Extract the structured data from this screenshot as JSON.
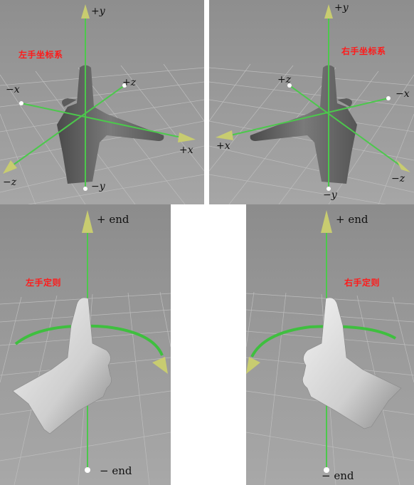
{
  "panels": {
    "left_coordinate_system": {
      "title": "左手坐标系",
      "labels": {
        "pos_y": "+y",
        "neg_y": "−y",
        "pos_x": "+x",
        "neg_x": "−x",
        "pos_z": "+z",
        "neg_z": "−z"
      }
    },
    "right_coordinate_system": {
      "title": "右手坐标系",
      "labels": {
        "pos_y": "+y",
        "neg_y": "−y",
        "pos_x": "+x",
        "neg_x": "−x",
        "pos_z": "+z",
        "neg_z": "−z"
      }
    },
    "left_hand_rule": {
      "title": "左手定则",
      "labels": {
        "pos_end": "+ end",
        "neg_end": "− end"
      }
    },
    "right_hand_rule": {
      "title": "右手定则",
      "labels": {
        "pos_end": "+ end",
        "neg_end": "− end"
      }
    }
  },
  "colors": {
    "background": "#9a9a9a",
    "grid": "#b9b9b9",
    "axis_green": "#4cc84c",
    "cone_yellow": "#c8cc70",
    "hand_gray": "#6a6a6a",
    "hand_light": "#e6e6e6",
    "title_red": "#ff1a1a"
  }
}
